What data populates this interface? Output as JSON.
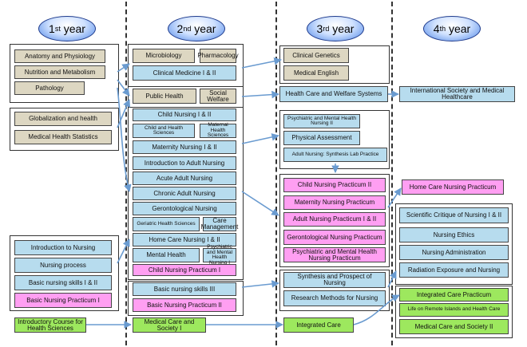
{
  "headers": {
    "y1": {
      "num": "1",
      "suffix": "st",
      "word": "year"
    },
    "y2": {
      "num": "2",
      "suffix": "nd",
      "word": "year"
    },
    "y3": {
      "num": "3",
      "suffix": "rd",
      "word": "year"
    },
    "y4": {
      "num": "4",
      "suffix": "th",
      "word": "year"
    }
  },
  "colors": {
    "tan": "#ddd7c2",
    "blue": "#b7dcee",
    "pink": "#ff9ff2",
    "green": "#9de85e",
    "arrow": "#6a9bd0",
    "header": "#4e86e6"
  },
  "year1": {
    "anatomy": "Anatomy and Physiology",
    "nutrition": "Nutrition and Metabolism",
    "pathology": "Pathology",
    "globalization": "Globalization and health",
    "statistics": "Medical Health Statistics",
    "intro_nursing": "Introduction to Nursing",
    "nursing_process": "Nursing process",
    "basic_skills": "Basic nursing skills I & II",
    "basic_practicum": "Basic Nursing Practicum I",
    "intro_course": "Introductory Course for Health Sciences"
  },
  "year2": {
    "microbiology": "Microbiology",
    "pharmacology": "Pharmacology",
    "clinical_medicine": "Clinical Medicine I & II",
    "public_health": "Public Health",
    "social_welfare": "Social Welfare",
    "child_nursing": "Child Nursing I & II",
    "child_health": "Child and Health Sciences",
    "maternal_health": "Maternal Health Sciences",
    "maternity": "Maternity Nursing I & II",
    "intro_adult": "Introduction to Adult Nursing",
    "acute_adult": "Acute Adult Nursing",
    "chronic_adult": "Chronic Adult Nursing",
    "gerontological": "Gerontological Nursing",
    "geriatric": "Geriatric Health Sciences",
    "care_mgmt": "Care Management",
    "home_care": "Home Care Nursing I & II",
    "mental_health": "Mental Health",
    "psych_1": "Psychiatric and Mental Health Nursing I",
    "child_practicum": "Child Nursing Practicum I",
    "basic_skills_3": "Basic nursing skills III",
    "basic_practicum_2": "Basic Nursing Practicum II",
    "medical_care": "Medical Care and Society I"
  },
  "year3": {
    "genetics": "Clinical Genetics",
    "english": "Medical English",
    "health_welfare": "Health Care and Welfare Systems",
    "psych_2": "Psychiatric and Mental Health Nursing II",
    "physical": "Physical Assessment",
    "adult_lab": "Adult Nursing: Synthesis Lab Practice",
    "child_practicum_2": "Child Nursing Practicum II",
    "maternity_practicum": "Maternity Nursing Practicum",
    "adult_practicum": "Adult Nursing Practicum I & II",
    "geront_practicum": "Gerontological Nursing Practicum",
    "psych_practicum": "Psychiatric and Mental Health Nursing Practicum",
    "synthesis": "Synthesis and Prospect of Nursing",
    "research": "Research Methods for Nursing",
    "integrated": "Integrated Care"
  },
  "year4": {
    "international": "International Society and Medical Healthcare",
    "home_practicum": "Home Care Nursing Practicum",
    "critique": "Scientific Critique of Nursing I & II",
    "ethics": "Nursing Ethics",
    "administration": "Nursing Administration",
    "radiation": "Radiation Exposure and Nursing",
    "integrated_practicum": "Integrated Care Practicum",
    "remote_islands": "Life on Remote Islands and Health Care",
    "medical_care_2": "Medical Care and Society II"
  }
}
